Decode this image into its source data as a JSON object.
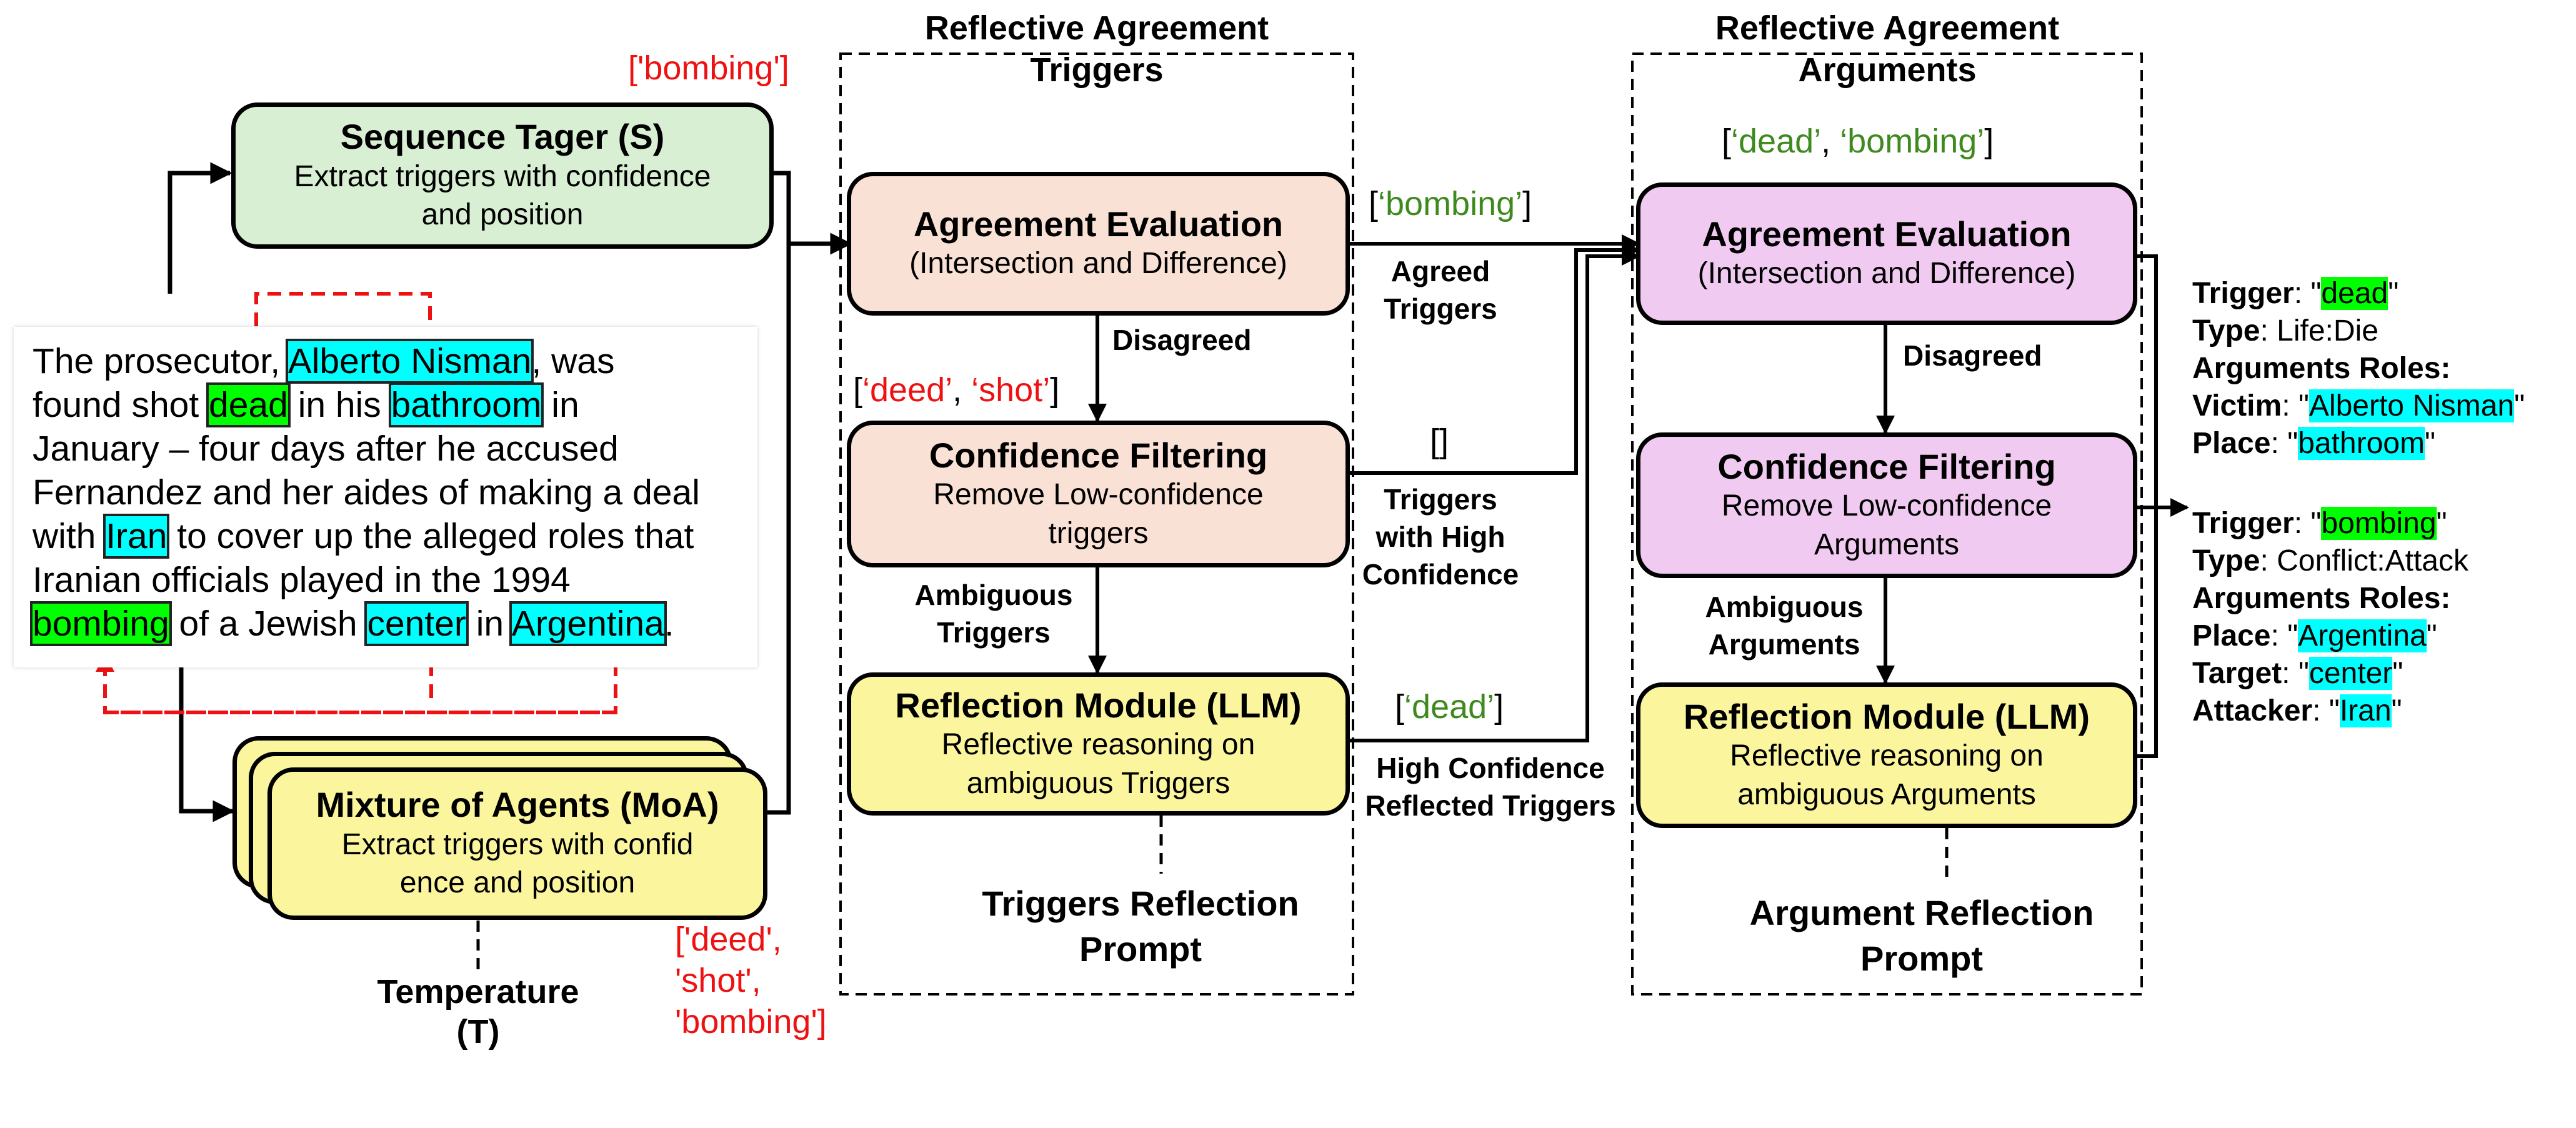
{
  "panels": {
    "triggers_title": [
      "Reflective Agreement",
      "Triggers"
    ],
    "arguments_title": [
      "Reflective Agreement",
      "Arguments"
    ]
  },
  "sequence_tagger": {
    "title": "Sequence Tager (S)",
    "lines": [
      "Extract triggers with confidence",
      "and position"
    ]
  },
  "moa": {
    "title": "Mixture of Agents (MoA)",
    "lines": [
      "Extract triggers with confid",
      "ence and position"
    ]
  },
  "temperature": [
    "Temperature",
    "(T)"
  ],
  "tagger_output": "['bombing']",
  "moa_output": [
    "['deed',",
    "'shot',",
    "'bombing']"
  ],
  "sentence": {
    "l1_a": "The prosecutor, ",
    "l1_b": "Alberto Nisman",
    "l1_c": ", was",
    "l2_a": "found shot ",
    "l2_b": "dead",
    "l2_c": " in his ",
    "l2_d": "bathroom",
    "l2_e": " in",
    "l3": "January – four days after he accused",
    "l4": "Fernandez and her aides of making a deal",
    "l5_a": "with ",
    "l5_b": "Iran",
    "l5_c": " to cover up the alleged roles that",
    "l6": "Iranian officials played in the 1994",
    "l7_a": "bombing",
    "l7_b": " of a Jewish ",
    "l7_c": "center",
    "l7_d": " in ",
    "l7_e": "Argentina",
    "l7_f": "."
  },
  "trigger_stage": {
    "agreement": {
      "title": "Agreement Evaluation",
      "sub": "(Intersection and Difference)"
    },
    "filtering": {
      "title": "Confidence Filtering",
      "lines": [
        "Remove Low-confidence",
        "triggers"
      ]
    },
    "reflection": {
      "title": "Reflection Module (LLM)",
      "lines": [
        "Reflective reasoning on",
        "ambiguous Triggers"
      ]
    },
    "disagreed": "Disagreed",
    "ambiguous": [
      "Ambiguous",
      "Triggers"
    ],
    "disagreed_list": {
      "open": "[",
      "q1": "‘deed’",
      "sep": ", ",
      "q2": "‘shot’",
      "close": "]"
    },
    "prompt": [
      "Triggers Reflection",
      "Prompt"
    ]
  },
  "middle_labels": {
    "agreed_list": {
      "open": "[",
      "q": "‘bombing’",
      "close": "]"
    },
    "agreed": [
      "Agreed",
      "Triggers"
    ],
    "empty_list": "[]",
    "high_conf": [
      "Triggers",
      "with High",
      "Confidence"
    ],
    "reflected_list": {
      "open": "[",
      "q": "‘dead’",
      "close": "]"
    },
    "reflected": [
      "High Confidence",
      "Reflected Triggers"
    ]
  },
  "argument_stage": {
    "input_list": {
      "open": "[",
      "q1": "‘dead’",
      "sep": ", ",
      "q2": "‘bombing’",
      "close": "]"
    },
    "agreement": {
      "title": "Agreement Evaluation",
      "sub": "(Intersection and Difference)"
    },
    "filtering": {
      "title": "Confidence Filtering",
      "lines": [
        "Remove Low-confidence",
        "Arguments"
      ]
    },
    "reflection": {
      "title": "Reflection Module (LLM)",
      "lines": [
        "Reflective reasoning on",
        "ambiguous Arguments"
      ]
    },
    "disagreed": "Disagreed",
    "ambiguous": [
      "Ambiguous",
      "Arguments"
    ],
    "prompt": [
      "Argument Reflection",
      "Prompt"
    ]
  },
  "outputs": {
    "e1": {
      "trigger_key": "Trigger",
      "trigger_val": "dead",
      "type_key": "Type",
      "type_val": "Life:Die",
      "roles": "Arguments Roles:",
      "victim_key": "Victim",
      "victim_val": "Alberto Nisman",
      "place_key": "Place",
      "place_val": "bathroom"
    },
    "e2": {
      "trigger_key": "Trigger",
      "trigger_val": "bombing",
      "type_key": "Type",
      "type_val": "Conflict:Attack",
      "roles": "Arguments Roles:",
      "place_key": "Place",
      "place_val": "Argentina",
      "target_key": "Target",
      "target_val": "center",
      "attacker_key": "Attacker",
      "attacker_val": "Iran"
    }
  },
  "colors": {
    "tagger_fill": "#d9efd3",
    "trigger_fill": "#fae1d6",
    "llm_fill": "#fbf69e",
    "argument_fill": "#f0caf0",
    "red_text": "#ee1111",
    "green_text": "#3e8a1e",
    "cyan_highlight": "#00ffff",
    "green_highlight": "#00ff00"
  }
}
